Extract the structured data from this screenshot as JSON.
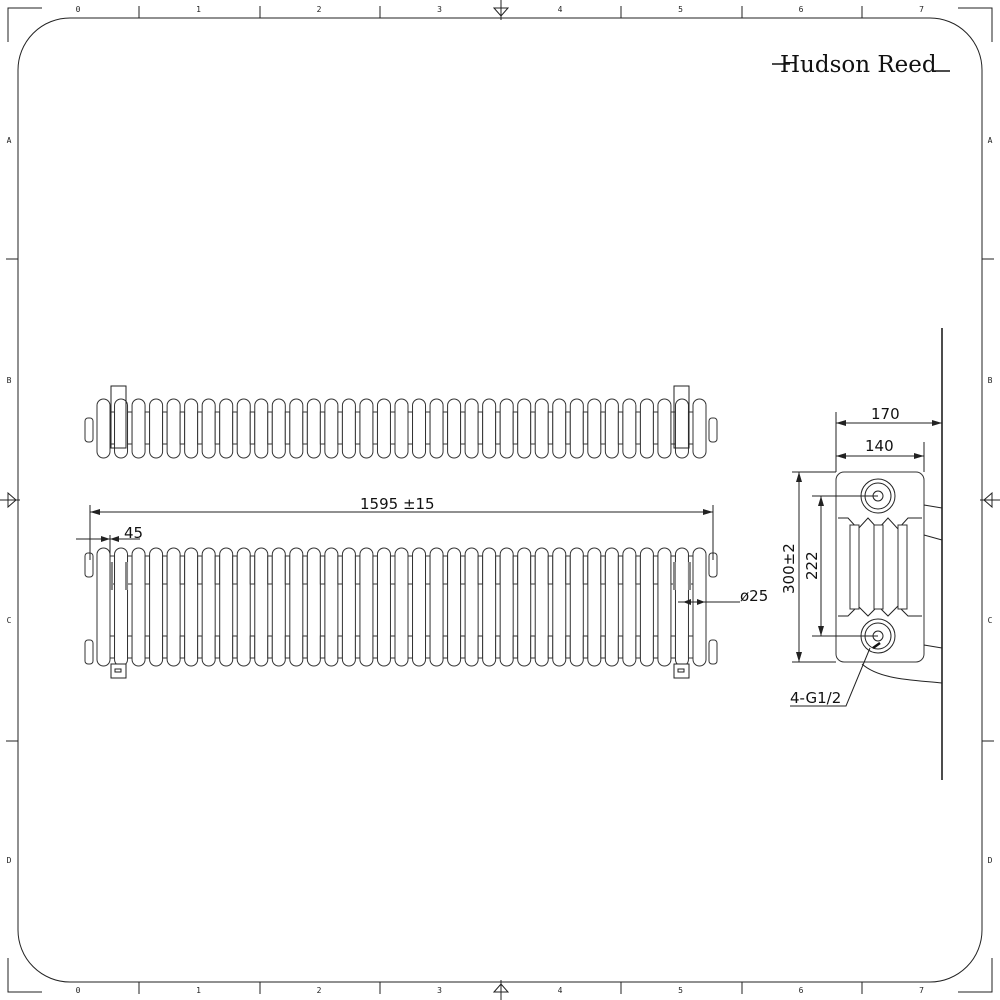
{
  "logo": {
    "text": "Hudson Reed"
  },
  "frame": {
    "column_labels": [
      "0",
      "1",
      "2",
      "3",
      "4",
      "5",
      "6",
      "7"
    ],
    "row_labels": [
      "A",
      "B",
      "C",
      "D"
    ]
  },
  "radiator": {
    "sections": 35
  },
  "dimensions": {
    "overall_length": "1595 ±15",
    "section_pitch": "45",
    "pipe_diameter": "ø25",
    "depth_overall": "170",
    "depth_body": "140",
    "height": "300±2",
    "centres": "222",
    "connections": "4-G1/2"
  }
}
